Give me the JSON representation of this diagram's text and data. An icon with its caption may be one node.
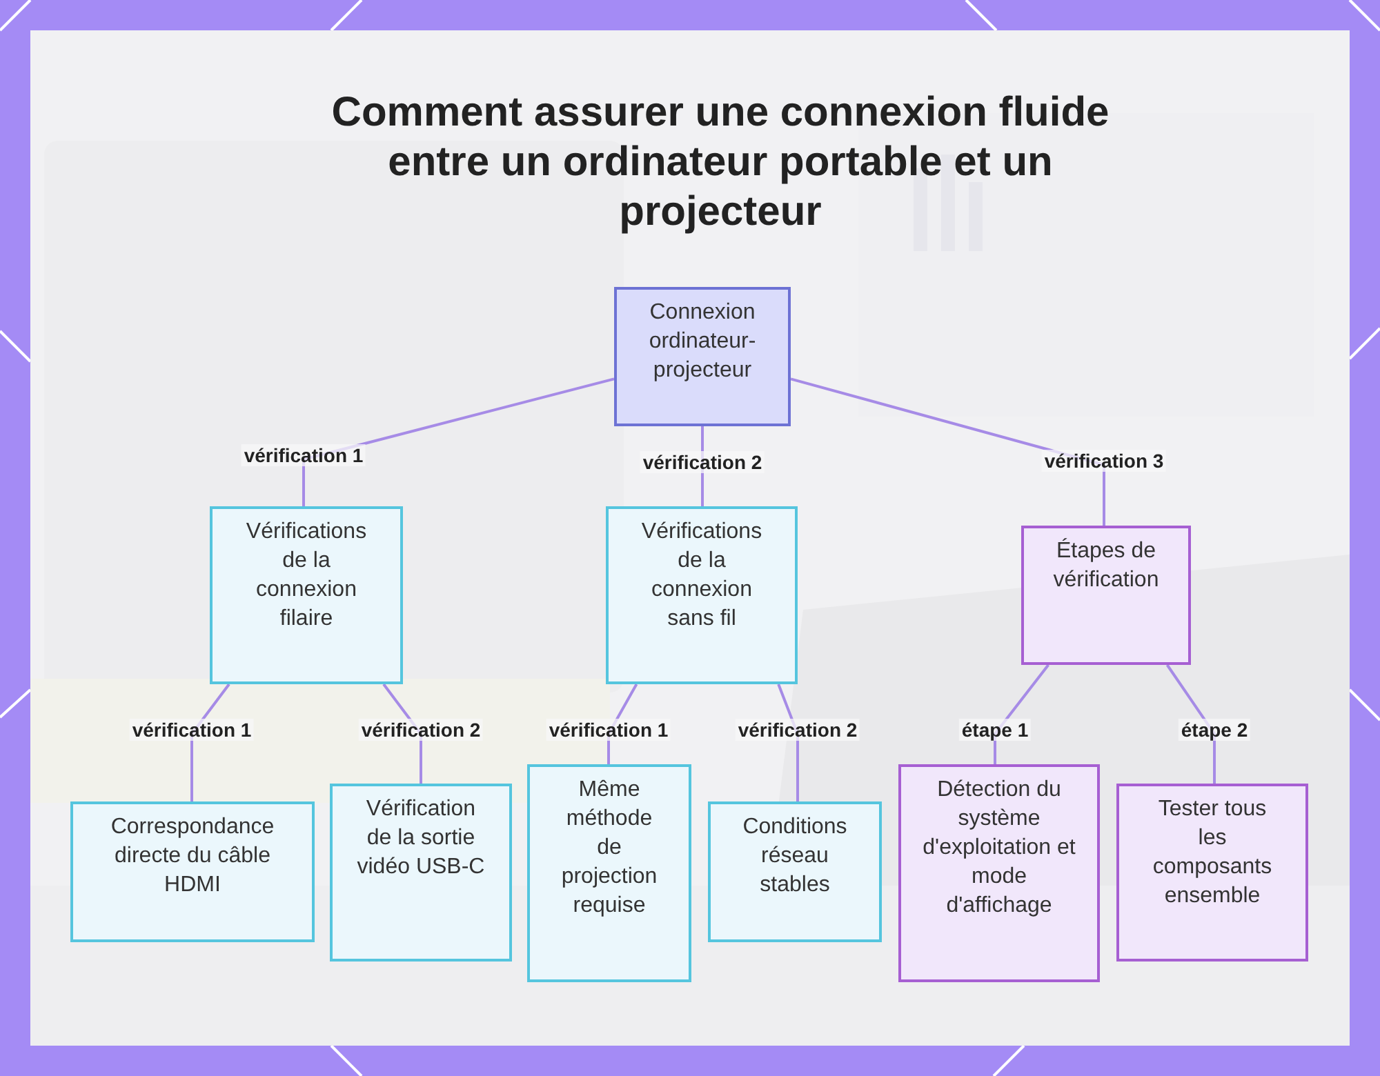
{
  "diagram": {
    "title": "Comment assurer une connexion fluide entre un ordinateur portable et un projecteur",
    "nodes": [
      {
        "text": [
          "Connexion ordinateur-projecteur"
        ]
      },
      {
        "text": [
          "Vérifications de la connexion filaire"
        ]
      },
      {
        "text": [
          "Vérifications de la connexion sans fil"
        ]
      },
      {
        "text": [
          "Étapes de vérification"
        ]
      },
      {
        "text": [
          "Correspondance directe du câble HDMI"
        ]
      },
      {
        "text": [
          "Vérification de la sortie vidéo USB-C"
        ]
      },
      {
        "text": [
          "Même méthode de projection requise"
        ]
      },
      {
        "text": [
          "Conditions réseau stables"
        ]
      },
      {
        "text": [
          "Détection du système d'exploitation et mode d'affichage"
        ]
      },
      {
        "text": [
          "Tester tous les composants ensemble"
        ]
      }
    ],
    "edges": [
      {
        "from": 0,
        "to": 1,
        "arrow": "none",
        "label": "vérification 1"
      },
      {
        "from": 0,
        "to": 2,
        "arrow": "none",
        "label": "vérification 2"
      },
      {
        "from": 0,
        "to": 3,
        "arrow": "none",
        "label": "vérification 3"
      },
      {
        "from": 1,
        "to": 4,
        "arrow": "none",
        "label": "vérification 1"
      },
      {
        "from": 1,
        "to": 5,
        "arrow": "none",
        "label": "vérification 2"
      },
      {
        "from": 2,
        "to": 6,
        "arrow": "none",
        "label": "vérification 1"
      },
      {
        "from": 2,
        "to": 7,
        "arrow": "none",
        "label": "vérification 2"
      },
      {
        "from": 3,
        "to": 8,
        "arrow": "none",
        "label": "étape 1"
      },
      {
        "from": 3,
        "to": 9,
        "arrow": "none",
        "label": "étape 2"
      }
    ]
  }
}
